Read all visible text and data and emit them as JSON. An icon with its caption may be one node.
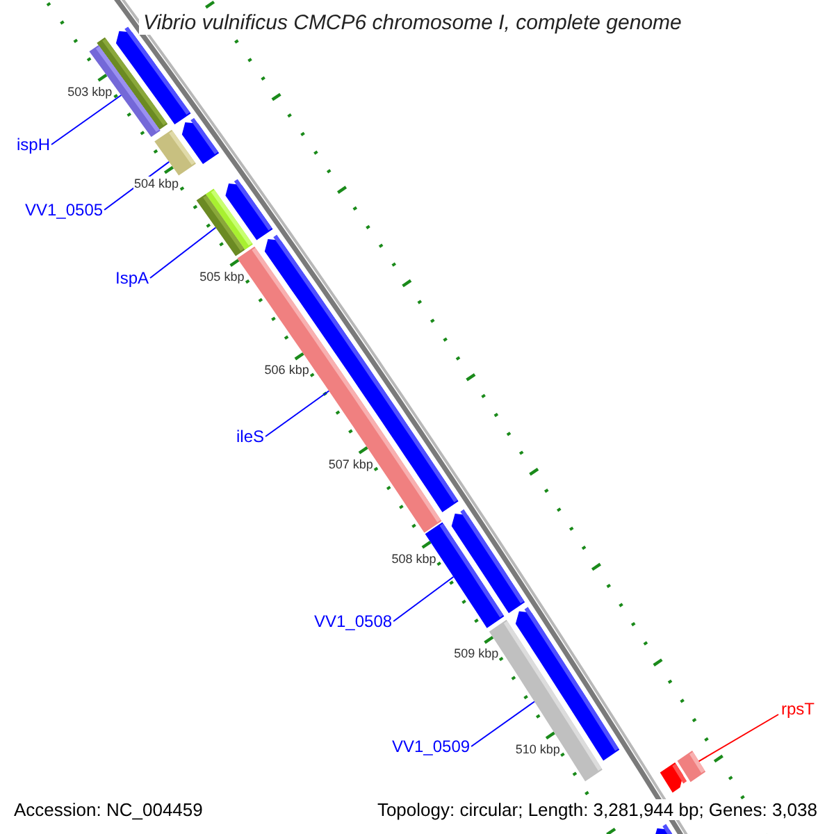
{
  "diagram": {
    "title": "Vibrio vulnificus CMCP6 chromosome I, complete genome",
    "nodes": [
      {
        "text": [
          "ispH"
        ]
      },
      {
        "text": [
          "VV1_0505"
        ]
      },
      {
        "text": [
          "IspA"
        ]
      },
      {
        "text": [
          "ileS"
        ]
      },
      {
        "text": [
          "VV1_0508"
        ]
      },
      {
        "text": [
          "VV1_0509"
        ]
      },
      {
        "text": [
          "rpsT"
        ]
      },
      {
        "text": [],
        "shape": "bar"
      },
      {
        "text": [],
        "shape": "bar"
      },
      {
        "text": [],
        "shape": "bar"
      },
      {
        "text": [],
        "shape": "bar"
      },
      {
        "text": [],
        "shape": "bar"
      },
      {
        "text": [],
        "shape": "bar"
      },
      {
        "text": [],
        "shape": "bar"
      }
    ],
    "edges": [
      {
        "from": 0,
        "to": 7,
        "arrow": "none"
      },
      {
        "from": 1,
        "to": 8,
        "arrow": "none"
      },
      {
        "from": 2,
        "to": 9,
        "arrow": "none"
      },
      {
        "from": 3,
        "to": 10,
        "arrow": "none"
      },
      {
        "from": 4,
        "to": 11,
        "arrow": "none"
      },
      {
        "from": 5,
        "to": 12,
        "arrow": "none"
      },
      {
        "from": 6,
        "to": 13,
        "arrow": "none",
        "color": "#ff0000"
      }
    ],
    "labels": [
      "503 kbp",
      "504 kbp",
      "505 kbp",
      "506 kbp",
      "507 kbp",
      "508 kbp",
      "509 kbp",
      "510 kbp",
      "Accession: NC_004459",
      "Topology: circular; Length: 3,281,944 bp; Genes: 3,038"
    ]
  }
}
